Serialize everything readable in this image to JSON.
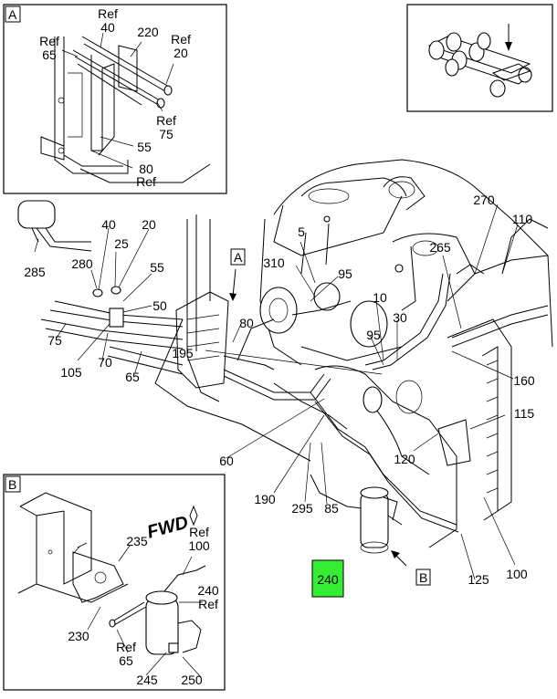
{
  "colors": {
    "highlight": "#33ee33",
    "ink": "#000000",
    "paper": "#ffffff"
  },
  "inset_a": {
    "tag": "A",
    "labels": {
      "ref40": "Ref\n40",
      "p220": "220",
      "ref20": "Ref\n20",
      "ref65": "Ref\n65",
      "ref75": "Ref\n75",
      "p55": "55",
      "p80": "80",
      "ref": "Ref"
    }
  },
  "main": {
    "labels": {
      "p285": "285",
      "p40": "40",
      "p20": "20",
      "p25": "25",
      "p280": "280",
      "p55": "55",
      "p50": "50",
      "p75": "75",
      "p105": "105",
      "p70": "70",
      "p65": "65",
      "p80": "80",
      "p5": "5",
      "p310": "310",
      "p95a": "95",
      "p10": "10",
      "p30": "30",
      "p95b": "95",
      "p195": "195",
      "p270": "270",
      "p110": "110",
      "p265": "265",
      "p160": "160",
      "p115": "115",
      "p120": "120",
      "p60": "60",
      "p190": "190",
      "p295": "295",
      "p85": "85",
      "p125": "125",
      "p100": "100",
      "p240": "240"
    },
    "view_tag_a": "A",
    "view_tag_b": "B"
  },
  "inset_b": {
    "tag": "B",
    "fwd": "FWD",
    "labels": {
      "p235": "235",
      "ref100": "Ref\n100",
      "p240": "240",
      "ref_under_240": "Ref",
      "p230": "230",
      "ref65": "Ref\n65",
      "p245": "245",
      "p250": "250"
    }
  }
}
